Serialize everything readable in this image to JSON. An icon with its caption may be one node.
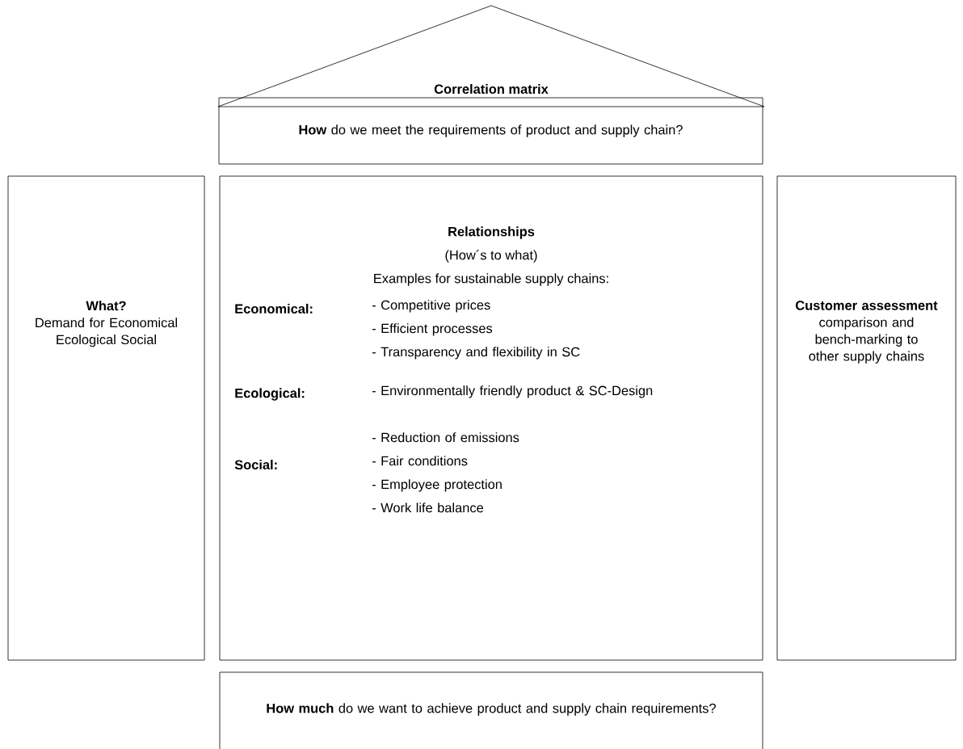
{
  "diagram": {
    "nodes": [
      {
        "text": [
          "Correlation matrix"
        ]
      },
      {
        "text": [
          "**How** do we meet the requirements of product and supply chain?"
        ]
      },
      {
        "text": [
          "What?",
          "Demand for Economical Ecological Social"
        ]
      },
      {
        "text": [
          "Relationships",
          "(How´s to what)",
          "Examples for sustainable supply chains:",
          "Economical:",
          "- Competitive prices",
          "- Efficient processes",
          "- Transparency and flexibility in SC",
          "Ecological:",
          "- Environmentally friendly product & SC-Design",
          "- Reduction of emissions",
          "Social:",
          "- Fair conditions",
          "- Employee protection",
          "- Work life balance"
        ]
      },
      {
        "text": [
          "Customer assessment",
          "comparison and bench-marking to other supply chains"
        ]
      },
      {
        "text": [
          "**How much** do we want to achieve product and supply chain requirements?"
        ]
      }
    ]
  }
}
